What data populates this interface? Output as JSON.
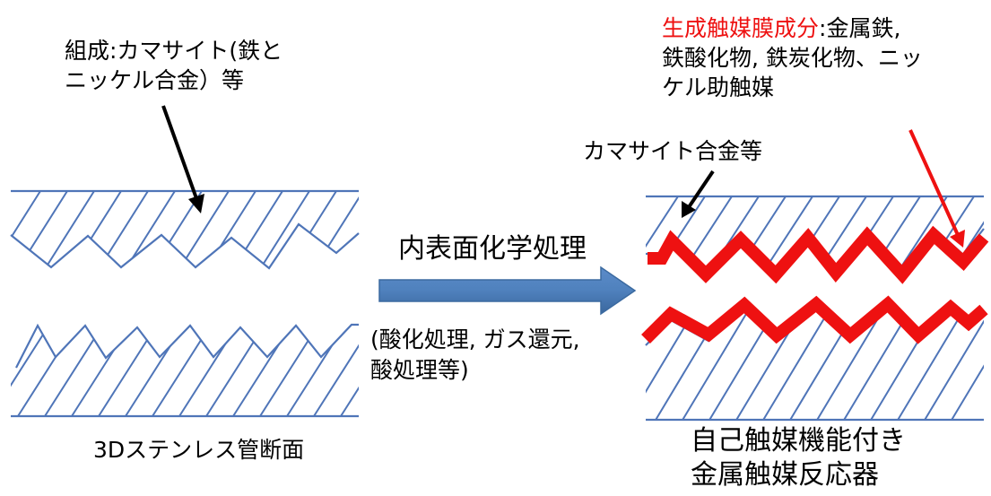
{
  "left_panel": {
    "composition_label_line1": "組成:カマサイト(鉄と",
    "composition_label_line2": "ニッケル合金）等",
    "caption": "3Dステンレス管断面"
  },
  "process": {
    "title": "内表面化学処理",
    "details_line1": "(酸化処理, ガス還元,",
    "details_line2": "酸処理等)"
  },
  "right_panel": {
    "catalyst_heading": "生成触媒膜成分",
    "catalyst_list_line1": ":金属鉄,",
    "catalyst_list_line2": "鉄酸化物, 鉄炭化物、ニッ",
    "catalyst_list_line3": "ケル助触媒",
    "alloy_label": "カマサイト合金等",
    "caption_line1": "自己触媒機能付き",
    "caption_line2": "金属触媒反応器"
  },
  "colors": {
    "hatch": "#4f75b8",
    "arrow_fill": "#4f81bd",
    "catalyst": "#ee1111",
    "pointer": "#000000"
  }
}
